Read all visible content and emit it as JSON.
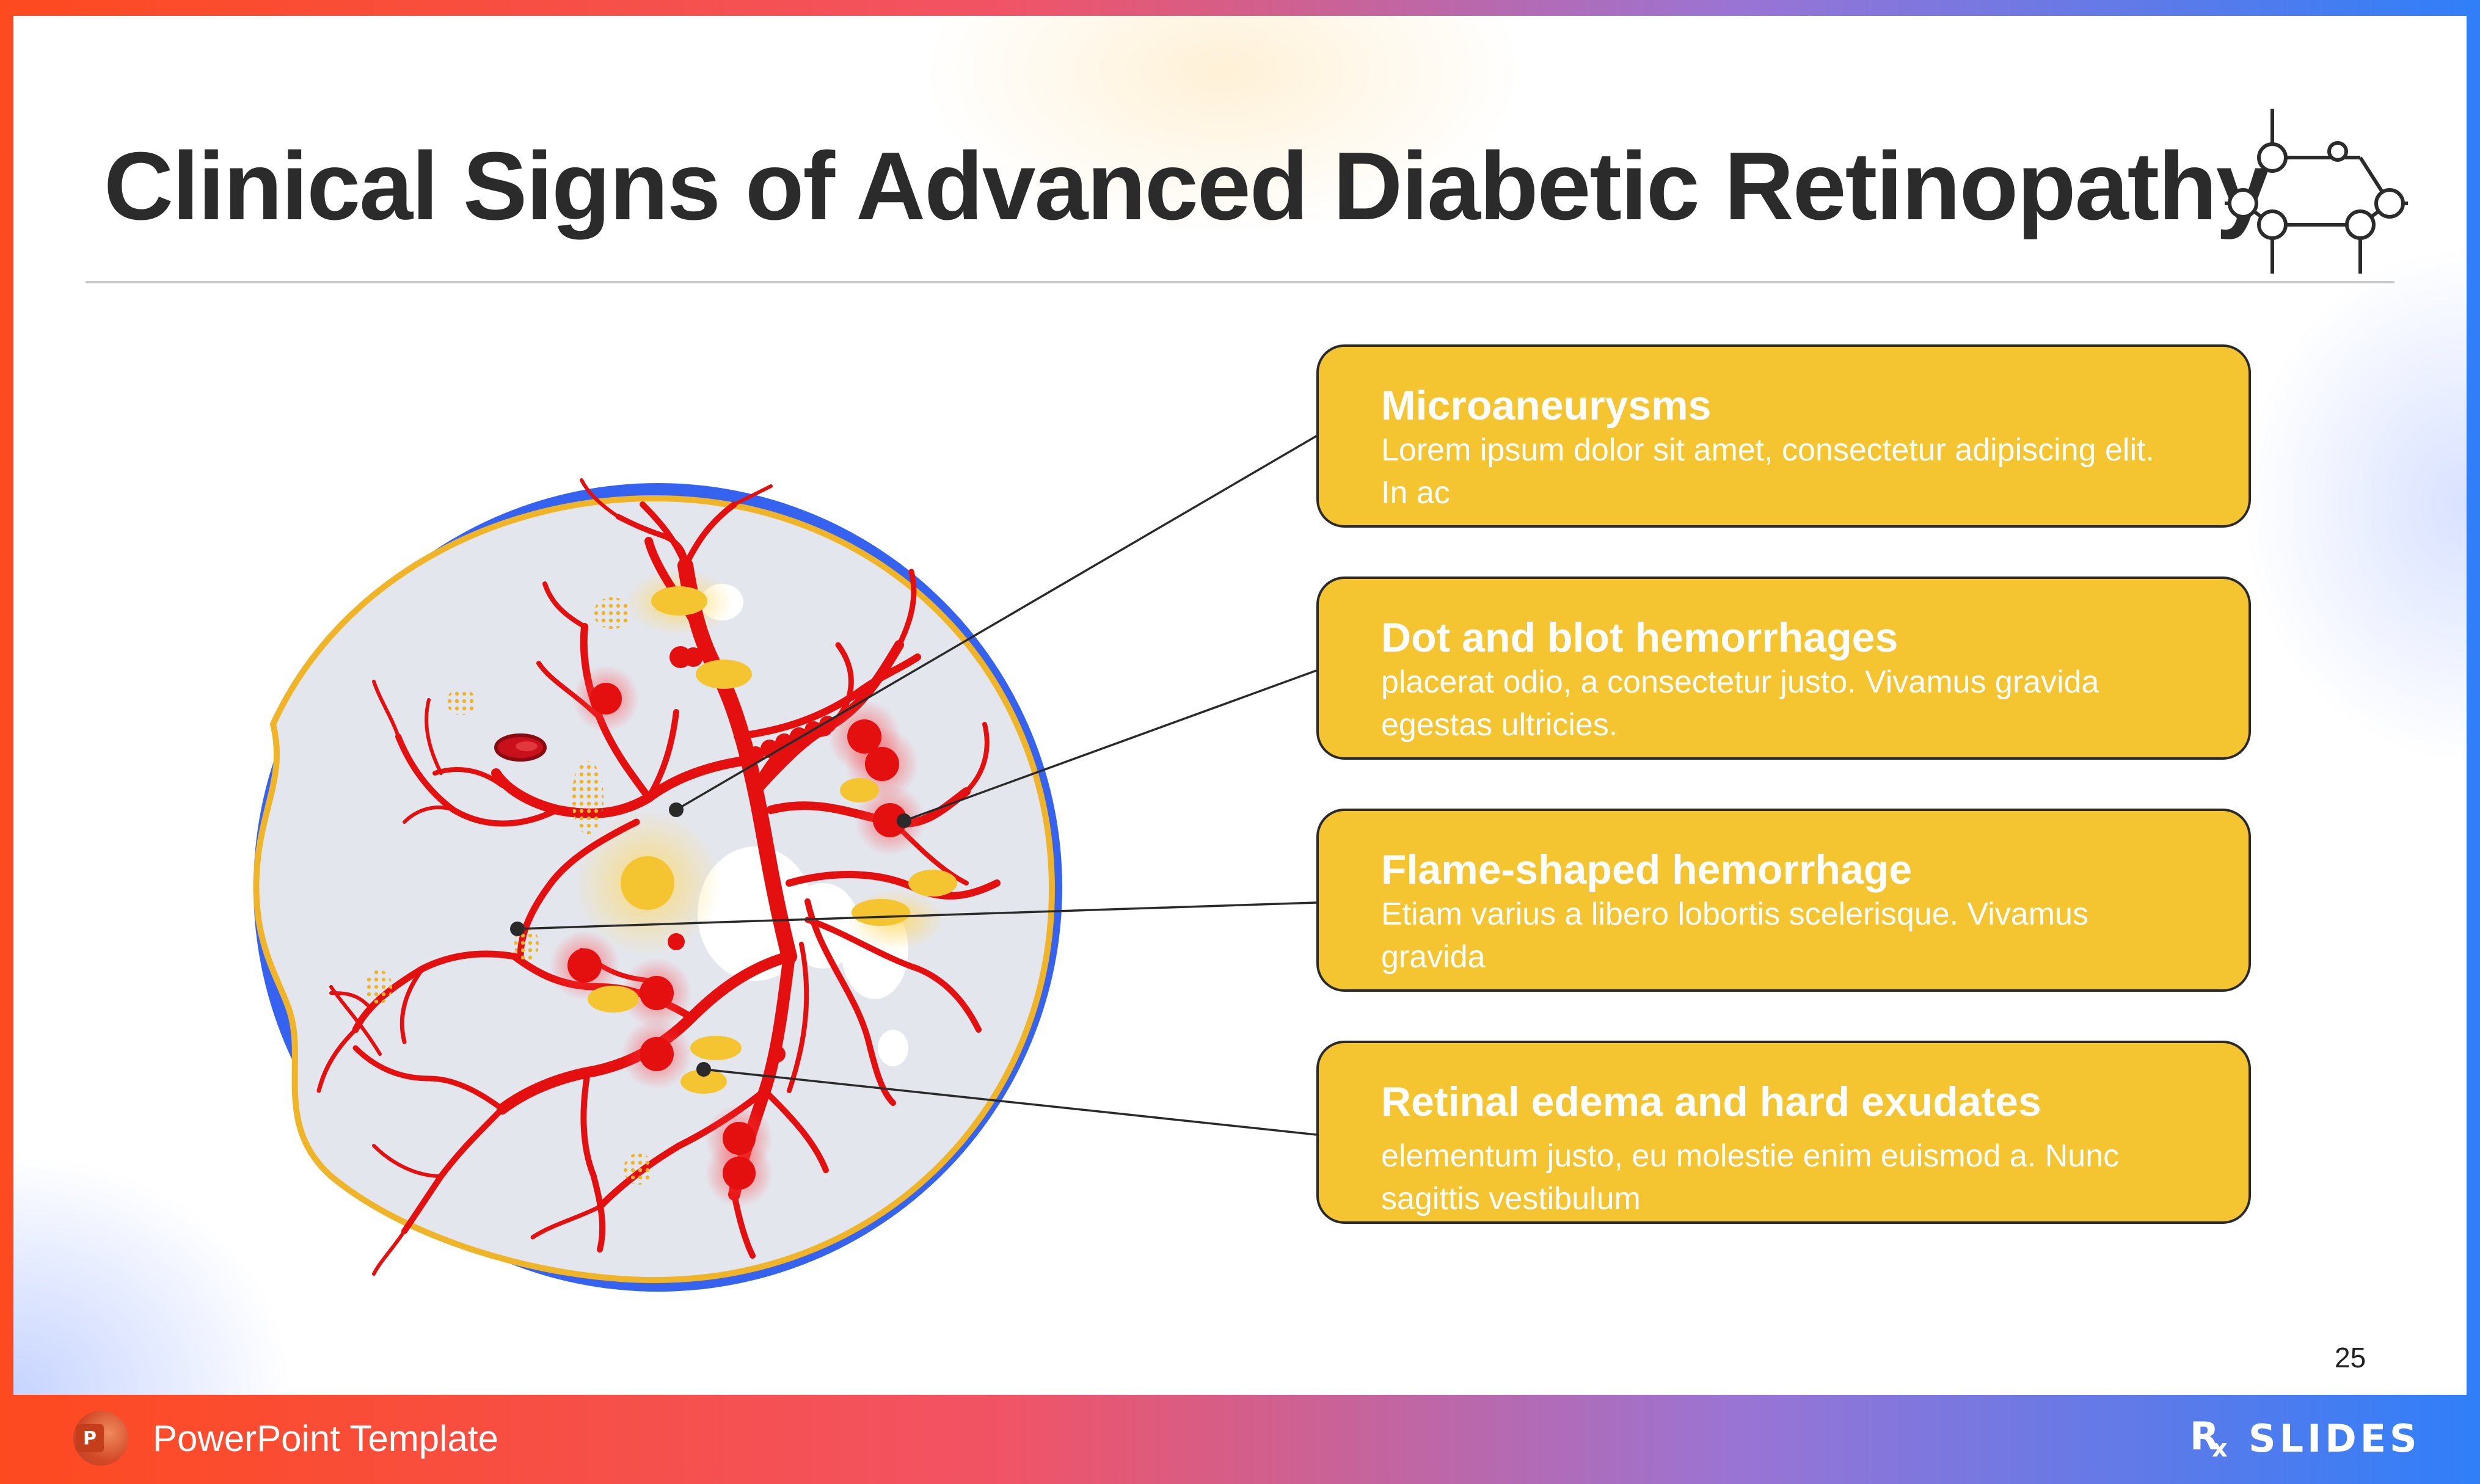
{
  "title": "Clinical Signs of Advanced Diabetic Retinopathy",
  "cards": [
    {
      "title": "Microaneurysms",
      "body": "Lorem ipsum dolor sit amet, consectetur adipiscing elit. In ac"
    },
    {
      "title": "Dot and blot hemorrhages",
      "body": "placerat odio, a consectetur justo. Vivamus gravida egestas ultricies."
    },
    {
      "title": "Flame-shaped hemorrhage",
      "body": "Etiam varius a libero lobortis scelerisque. Vivamus gravida"
    },
    {
      "title": "Retinal edema and hard exudates",
      "body": "elementum justo, eu molestie enim euismod a. Nunc sagittis vestibulum"
    }
  ],
  "page_number": "25",
  "footer": {
    "label": "PowerPoint Template",
    "app_icon_letter": "P",
    "brand": "SLIDES",
    "brand_mark": "R",
    "brand_mark_sub": "x"
  },
  "colors": {
    "card_fill": "#f4c431",
    "vessel_red": "#e40f0f",
    "exudate_yellow": "#f4c431",
    "eye_blue": "#3563f0",
    "retina_gray": "#e4e6ee",
    "title_text": "#2b2b2b"
  },
  "icons": {
    "header_icon": "molecule-structure-icon",
    "footer_icon": "powerpoint-icon"
  }
}
